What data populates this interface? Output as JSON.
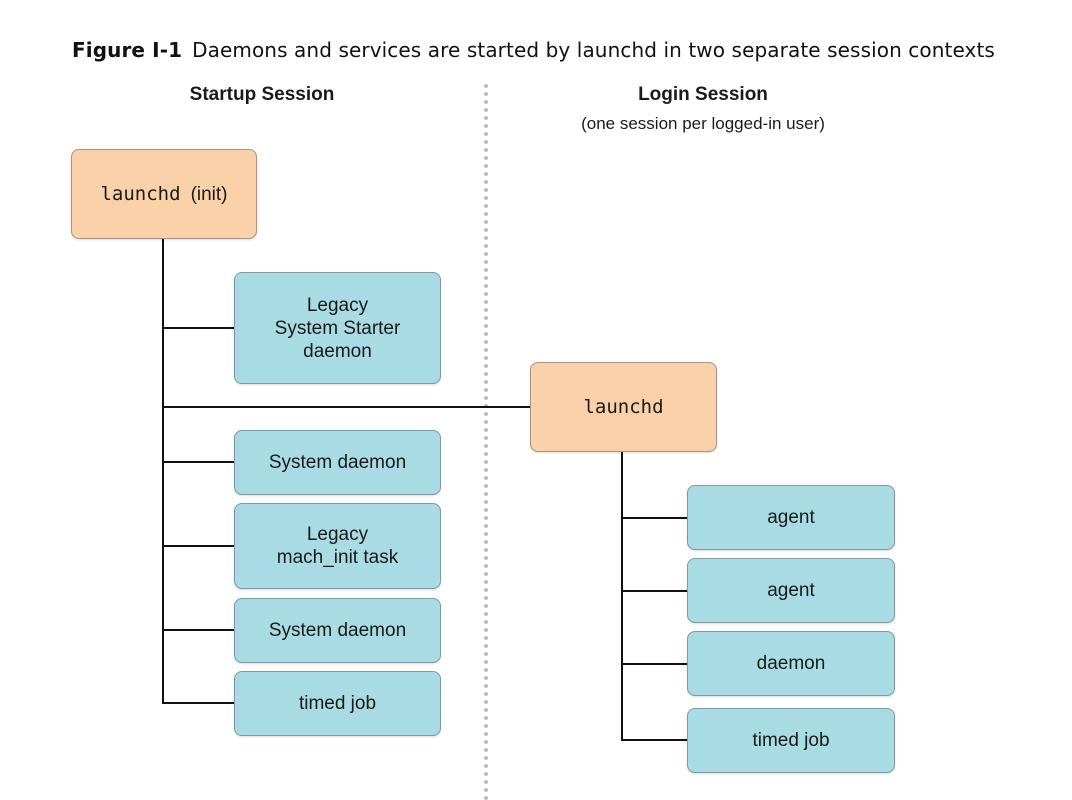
{
  "caption": {
    "number": "Figure I-1",
    "text": "Daemons and services are started by launchd in two separate session contexts"
  },
  "startup_session": {
    "title": "Startup Session",
    "root": {
      "name": "launchd",
      "suffix": "(init)"
    },
    "children": [
      "Legacy\nSystem Starter\ndaemon",
      "System daemon",
      "Legacy\nmach_init task",
      "System daemon",
      "timed job"
    ]
  },
  "login_session": {
    "title": "Login Session",
    "subtitle": "(one session per logged-in user)",
    "root": {
      "name": "launchd"
    },
    "children": [
      "agent",
      "agent",
      "daemon",
      "timed job"
    ]
  },
  "colors": {
    "process_box": "#fad1a8",
    "task_box": "#a8dbe4",
    "connector": "#111111",
    "divider": "#bdbdbd"
  }
}
